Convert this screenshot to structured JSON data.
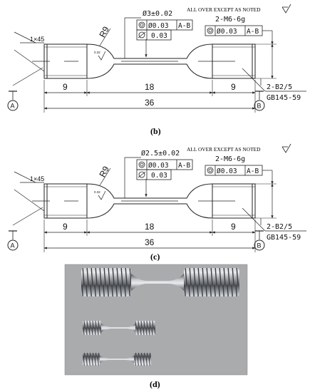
{
  "drawings": [
    {
      "chamfer": "1×45",
      "radius": "R9",
      "diameter_tol": "Ø3±0.02",
      "concentricity": "Ø0.03",
      "datum_ref": "A-B",
      "cylindricity": "0.03",
      "thread_spec": "2-M6-6g",
      "thread_conc": "Ø0.03",
      "thread_datum": "A-B",
      "roughness_top": "ALL OVER EXCEPT AS NOTED",
      "roughness_small": "0.32",
      "len_left": "9",
      "len_mid": "18",
      "len_right": "9",
      "len_total": "36",
      "center_hole": "2-B2/5",
      "standard": "GB145-59",
      "datum_a": "A",
      "datum_b": "B",
      "caption": "(b)"
    },
    {
      "chamfer": "1×45",
      "radius": "R9",
      "diameter_tol": "Ø2.5±0.02",
      "concentricity": "Ø0.03",
      "datum_ref": "A-B",
      "cylindricity": "0.03",
      "thread_spec": "2-M6-6g",
      "thread_conc": "Ø0.03",
      "thread_datum": "A-B",
      "roughness_top": "ALL OVER EXCEPT AS NOTED",
      "roughness_small": "0.32",
      "len_left": "9",
      "len_mid": "18",
      "len_right": "9",
      "len_total": "36",
      "center_hole": "2-B2/5",
      "standard": "GB145-59",
      "datum_a": "A",
      "datum_b": "B",
      "caption": "(c)"
    }
  ],
  "photo": {
    "caption": "(d)"
  }
}
